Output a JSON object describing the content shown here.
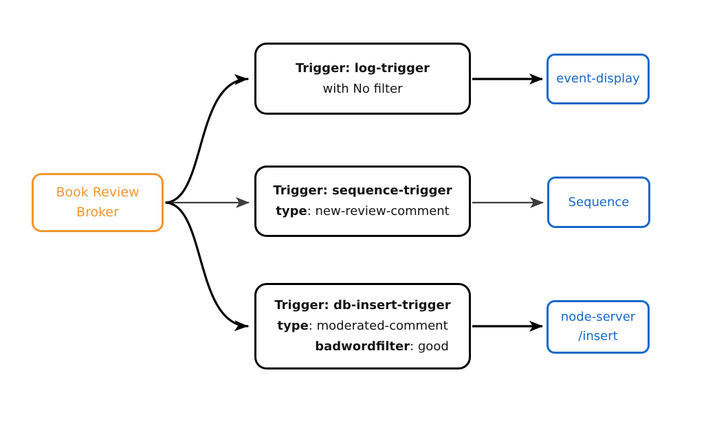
{
  "diagram": {
    "background": "#ffffff",
    "broker": {
      "line1": "Book Review",
      "line2": "Broker",
      "accent_color": "#F2962D"
    },
    "triggers": [
      {
        "title": "Trigger: log-trigger",
        "detail_plain": "with No filter"
      },
      {
        "title": "Trigger: sequence-trigger",
        "detail_key": "type",
        "detail_value": ": new-review-comment"
      },
      {
        "title": "Trigger: db-insert-trigger",
        "detail_key": "type",
        "detail_value": ": moderated-comment",
        "detail2_key": "badwordfilter",
        "detail2_value": ": good"
      }
    ],
    "sinks": [
      {
        "line1": "event-display"
      },
      {
        "line1": "Sequence"
      },
      {
        "line1": "node-server",
        "line2": "/insert"
      }
    ],
    "edges": [
      {
        "from": "broker",
        "to": "trigger-log-trigger",
        "color": "#000000",
        "style": "curved"
      },
      {
        "from": "broker",
        "to": "trigger-sequence-trigger",
        "color": "#3D3D3D",
        "style": "straight"
      },
      {
        "from": "broker",
        "to": "trigger-db-insert-trigger",
        "color": "#000000",
        "style": "curved"
      },
      {
        "from": "trigger-log-trigger",
        "to": "event-display",
        "color": "#000000",
        "style": "straight"
      },
      {
        "from": "trigger-sequence-trigger",
        "to": "Sequence",
        "color": "#3D3D3D",
        "style": "straight"
      },
      {
        "from": "trigger-db-insert-trigger",
        "to": "node-server/insert",
        "color": "#000000",
        "style": "straight"
      }
    ],
    "colors": {
      "broker_accent": "#F2962D",
      "sink_accent": "#1568C9",
      "trigger_border": "#000000",
      "edge_black": "#000000",
      "edge_gray": "#3D3D3D",
      "text_dark": "#141414"
    }
  }
}
